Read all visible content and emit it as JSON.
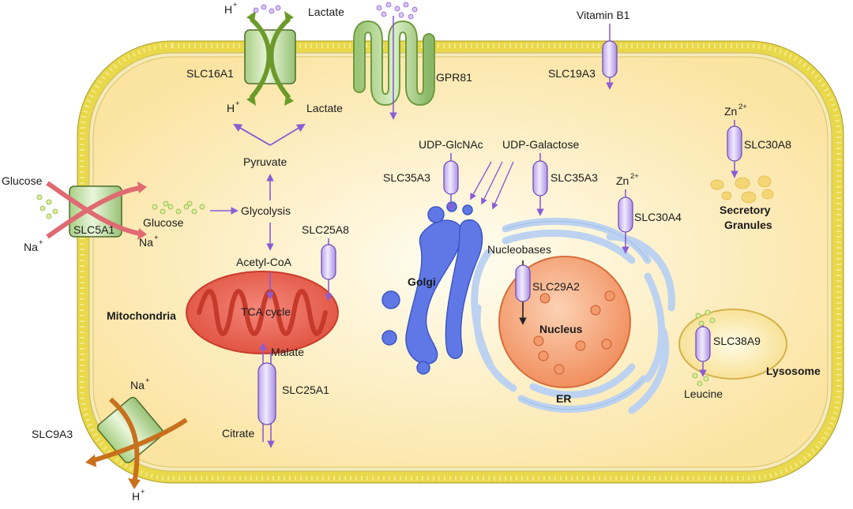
{
  "labels": {
    "lactate_top": "Lactate",
    "lactate_inner": "Lactate",
    "h_top": "H",
    "h_inner": "H",
    "slc16a1": "SLC16A1",
    "gpr81": "GPR81",
    "vitamin_b1": "Vitamin B1",
    "slc19a3": "SLC19A3",
    "pyruvate": "Pyruvate",
    "glycolysis": "Glycolysis",
    "acetyl_coa": "Acetyl-CoA",
    "tca_cycle": "TCA cycle",
    "mitochondria": "Mitochondria",
    "malate": "Malate",
    "slc25a1": "SLC25A1",
    "citrate": "Citrate",
    "slc25a8": "SLC25A8",
    "glucose_out": "Glucose",
    "glucose_in": "Glucose",
    "na_left": "Na",
    "na_right": "Na",
    "slc5a1": "SLC5A1",
    "na_bottom": "Na",
    "h_bottom": "H",
    "slc9a3": "SLC9A3",
    "udp_glcnac": "UDP-GlcNAc",
    "udp_galactose": "UDP-Galactose",
    "slc35a3_left": "SLC35A3",
    "slc35a3_right": "SLC35A3",
    "golgi": "Golgi",
    "zn_er": "Zn",
    "slc30a4": "SLC30A4",
    "zn_granule": "Zn",
    "slc30a8": "SLC30A8",
    "secretory": "Secretory",
    "granules": "Granules",
    "nucleobases": "Nucleobases",
    "slc29a2": "SLC29A2",
    "nucleus": "Nucleus",
    "er": "ER",
    "slc38a9": "SLC38A9",
    "lysosome": "Lysosome",
    "leucine": "Leucine",
    "sup_plus": "+",
    "sup_zn": "2+"
  },
  "colors": {
    "cytoplasm": "#fbe7a8",
    "membrane_head": "#e8d84a",
    "transporter_green": "#cfe8b0",
    "arrow_purple": "#8a5cd6",
    "transporter_purple": "#d7c6f3",
    "golgi_blue": "#5f78e6",
    "er_blue": "#bcd2f0",
    "nucleus_orange": "#f29a6c",
    "mito_red": "#e85a4a",
    "glucose_green": "#b6d96a"
  }
}
